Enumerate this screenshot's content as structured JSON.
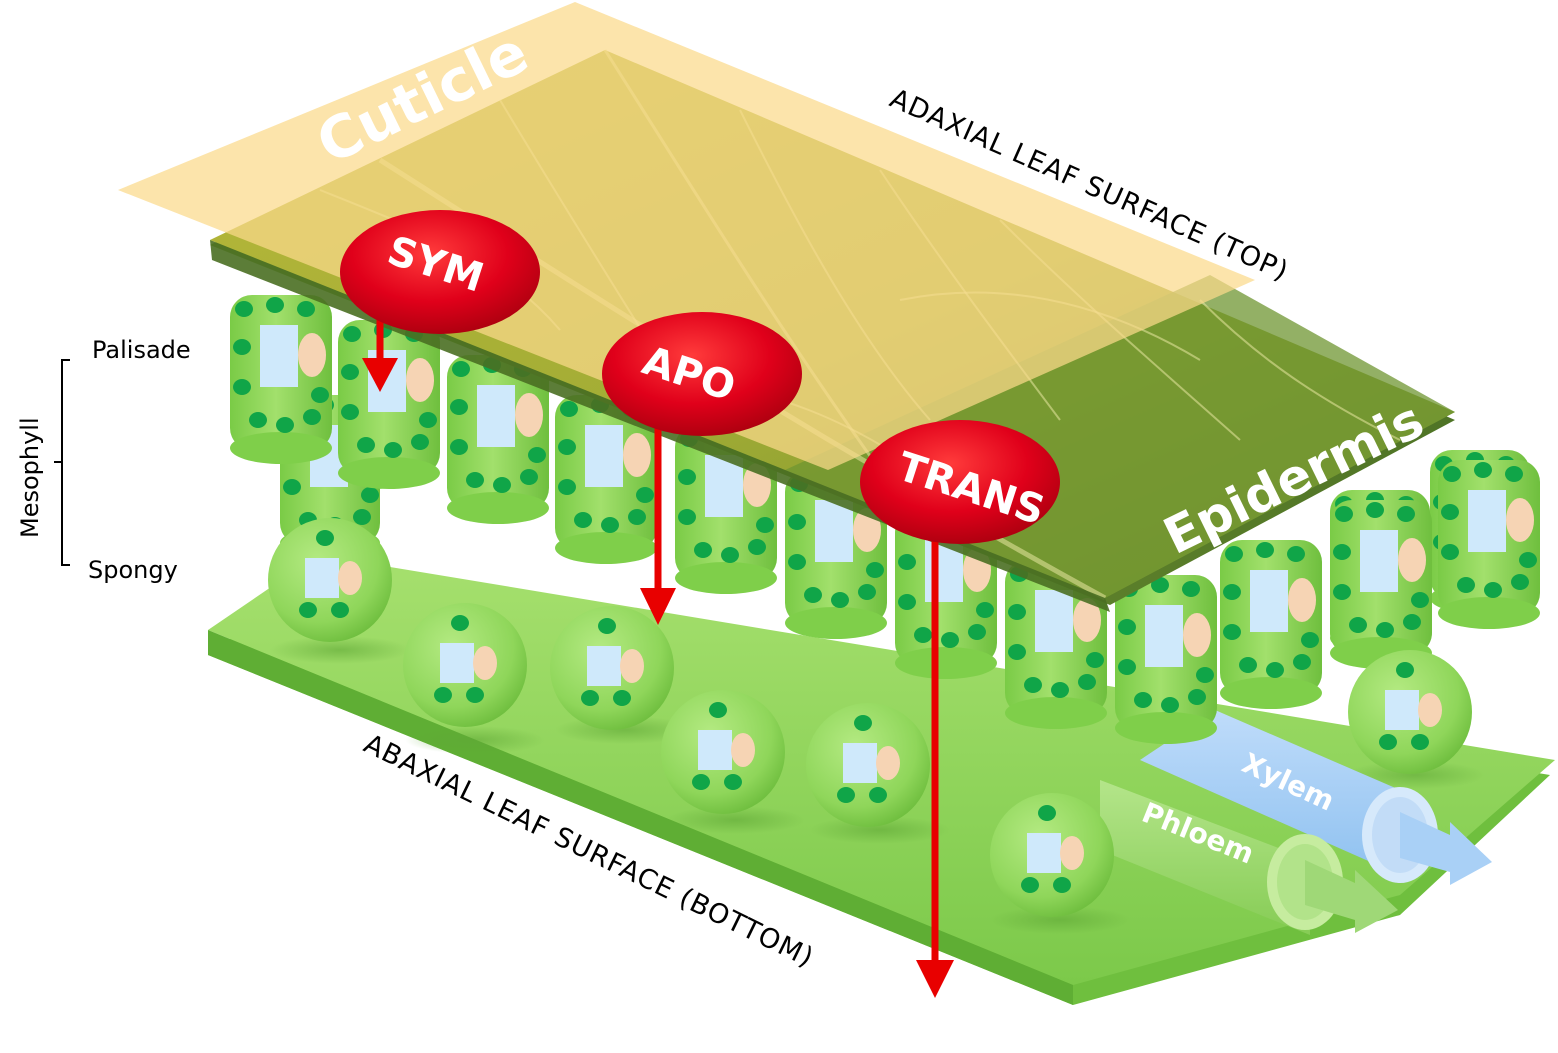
{
  "labels": {
    "cuticle": "Cuticle",
    "epidermis": "Epidermis",
    "adaxial": "ADAXIAL LEAF SURFACE (TOP)",
    "abaxial": "ABAXIAL LEAF SURFACE (BOTTOM)",
    "mesophyll": "Mesophyll",
    "palisade": "Palisade",
    "spongy": "Spongy",
    "xylem": "Xylem",
    "phloem": "Phloem"
  },
  "pathways": {
    "sym": "SYM",
    "apo": "APO",
    "trans": "TRANS"
  },
  "colors": {
    "cuticle": "#fbd98a",
    "epidermis_top": "#a9b532",
    "epidermis_dark": "#5c7d28",
    "cell_green": "#8fd65a",
    "chloroplast": "#10a548",
    "vacuole": "#cfe9fb",
    "nucleus": "#f6d4b4",
    "base_plate": "#8fd65a",
    "xylem": "#a4cdf5",
    "phloem": "#9ed86a",
    "arrow_red": "#e80000",
    "oval_red": "#d5001a"
  }
}
